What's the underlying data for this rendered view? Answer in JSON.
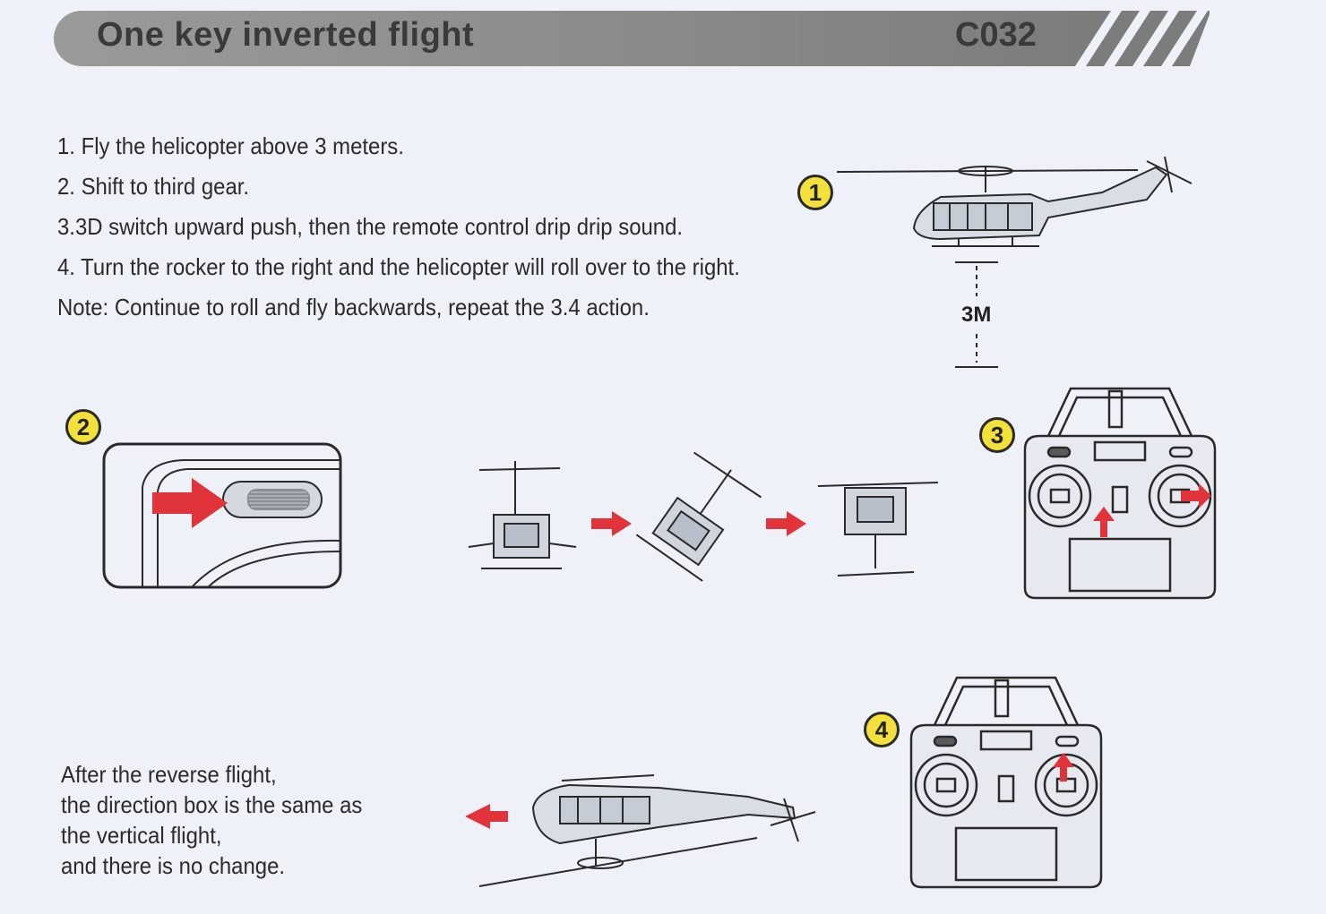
{
  "header": {
    "title": "One key inverted flight",
    "code": "C032"
  },
  "instructions": [
    "1. Fly the helicopter above 3 meters.",
    "2. Shift to third gear.",
    "3.3D switch upward push, then the remote control drip drip sound.",
    "4. Turn the rocker to the right and the helicopter will roll over to the right.",
    "Note: Continue to roll and fly backwards, repeat the 3.4 action."
  ],
  "badges": [
    "1",
    "2",
    "3",
    "4"
  ],
  "height_label": "3M",
  "after_note": [
    "After the reverse flight,",
    "the direction box is the same as",
    "the vertical flight,",
    "and there is no change."
  ],
  "colors": {
    "header_band": "#8a8a8a",
    "badge_fill": "#f3e03a",
    "arrow_red": "#e0343a",
    "line_dark": "#2a2a2a"
  },
  "icons": [
    "helicopter-side-icon",
    "gear-switch-icon",
    "helicopter-roll-sequence-icon",
    "remote-controller-icon",
    "red-arrow-icon"
  ]
}
